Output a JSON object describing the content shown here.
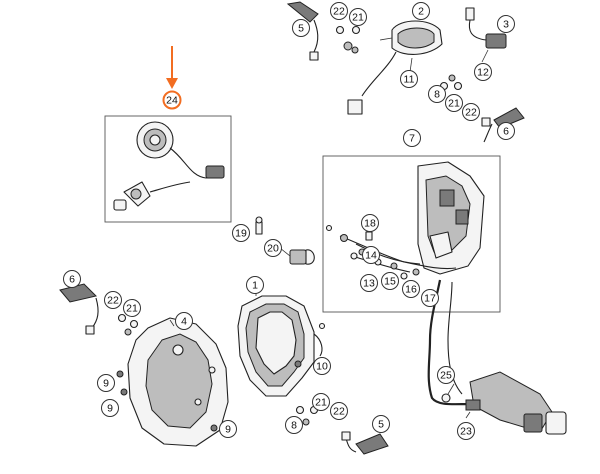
{
  "diagram": {
    "highlight_color": "#f26d21",
    "callouts": [
      {
        "n": "2"
      },
      {
        "n": "3"
      },
      {
        "n": "5"
      },
      {
        "n": "22"
      },
      {
        "n": "21"
      },
      {
        "n": "11"
      },
      {
        "n": "12"
      },
      {
        "n": "8"
      },
      {
        "n": "21"
      },
      {
        "n": "22"
      },
      {
        "n": "6"
      },
      {
        "n": "24"
      },
      {
        "n": "7"
      },
      {
        "n": "18"
      },
      {
        "n": "19"
      },
      {
        "n": "20"
      },
      {
        "n": "14"
      },
      {
        "n": "13"
      },
      {
        "n": "15"
      },
      {
        "n": "16"
      },
      {
        "n": "17"
      },
      {
        "n": "6"
      },
      {
        "n": "22"
      },
      {
        "n": "21"
      },
      {
        "n": "1"
      },
      {
        "n": "4"
      },
      {
        "n": "10"
      },
      {
        "n": "9"
      },
      {
        "n": "9"
      },
      {
        "n": "21"
      },
      {
        "n": "22"
      },
      {
        "n": "8"
      },
      {
        "n": "25"
      },
      {
        "n": "23"
      },
      {
        "n": "9"
      },
      {
        "n": "5"
      }
    ]
  }
}
